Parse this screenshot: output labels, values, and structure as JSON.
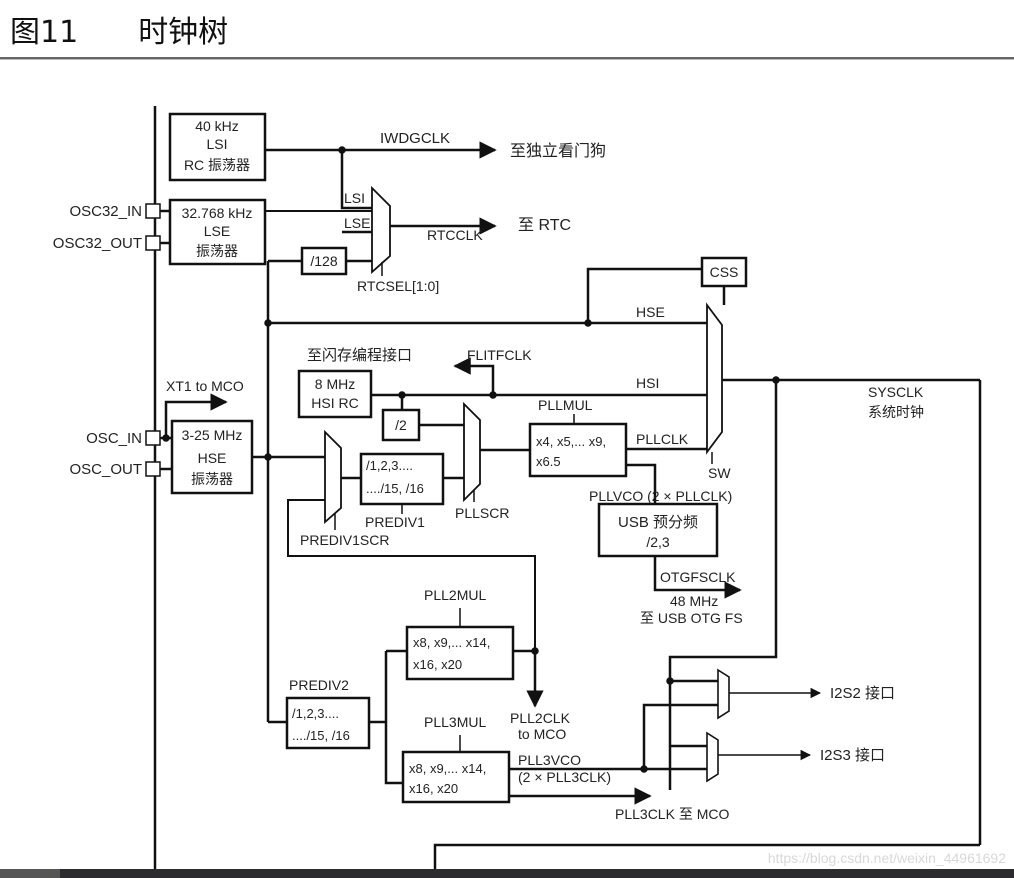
{
  "figure": {
    "number": "图11",
    "title": "时钟树"
  },
  "pins": {
    "osc32_in": "OSC32_IN",
    "osc32_out": "OSC32_OUT",
    "osc_in": "OSC_IN",
    "osc_out": "OSC_OUT"
  },
  "blocks": {
    "lsi": [
      "40 kHz",
      "LSI",
      "RC 振荡器"
    ],
    "lse": [
      "32.768 kHz",
      "LSE",
      "振荡器"
    ],
    "div128": "/128",
    "css": "CSS",
    "hsi": [
      "8 MHz",
      "HSI RC"
    ],
    "div2": "/2",
    "hse": [
      "3-25 MHz",
      "HSE",
      "振荡器"
    ],
    "prediv1": [
      "/1,2,3....",
      "..../15, /16"
    ],
    "pllmul": [
      "x4, x5,... x9,",
      "x6.5"
    ],
    "usb_prescaler": [
      "USB 预分频",
      "/2,3"
    ],
    "pll2mul": [
      "x8, x9,... x14,",
      "x16, x20"
    ],
    "prediv2": [
      "/1,2,3....",
      "..../15, /16"
    ],
    "pll3mul": [
      "x8, x9,... x14,",
      "x16, x20"
    ]
  },
  "labels": {
    "iwdgclk": "IWDGCLK",
    "to_iwdg": "至独立看门狗",
    "lsi": "LSI",
    "lse": "LSE",
    "rtcclk": "RTCCLK",
    "to_rtc": "至 RTC",
    "rtcsel": "RTCSEL[1:0]",
    "hse": "HSE",
    "to_flash": "至闪存编程接口",
    "flitfclk": "FLITFCLK",
    "hsi": "HSI",
    "sysclk": "SYSCLK",
    "sysclk_cn": "系统时钟",
    "xt1_to_mco": "XT1 to MCO",
    "pllmul": "PLLMUL",
    "pllclk": "PLLCLK",
    "sw": "SW",
    "pllscr": "PLLSCR",
    "prediv1": "PREDIV1",
    "prediv1scr": "PREDIV1SCR",
    "pllvco": "PLLVCO (2 × PLLCLK)",
    "otgfsclk": "OTGFSCLK",
    "mhz48": "48 MHz",
    "to_usb": "至 USB OTG FS",
    "pll2mul": "PLL2MUL",
    "prediv2": "PREDIV2",
    "pll2clk_1": "PLL2CLK",
    "pll2clk_2": "to MCO",
    "pll3mul": "PLL3MUL",
    "pll3vco_1": "PLL3VCO",
    "pll3vco_2": "(2 × PLL3CLK)",
    "pll3clk_mco": "PLL3CLK 至 MCO",
    "i2s2": "I2S2 接口",
    "i2s3": "I2S3 接口"
  },
  "watermark": "https://blog.csdn.net/weixin_44961692"
}
